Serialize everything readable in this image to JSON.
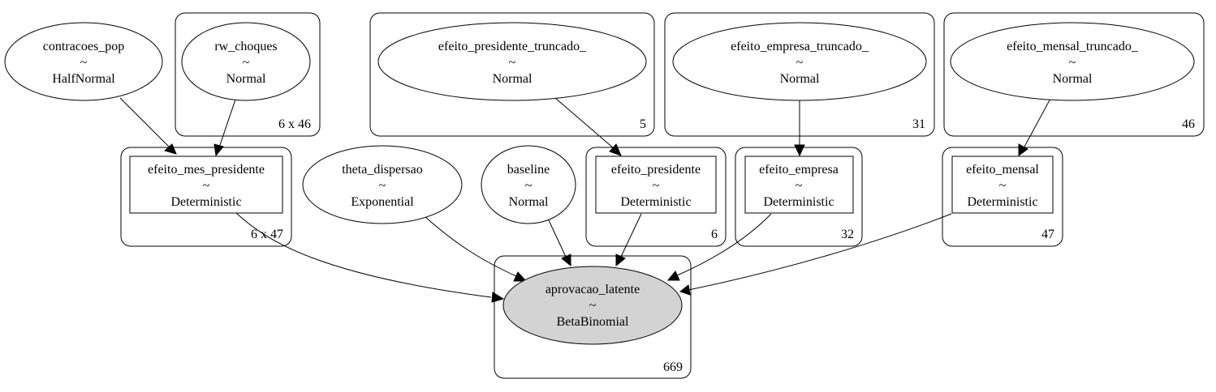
{
  "plates": [
    {
      "id": "p_rw",
      "label": "6 x 46"
    },
    {
      "id": "p_pres_tr",
      "label": "5"
    },
    {
      "id": "p_emp_tr",
      "label": "31"
    },
    {
      "id": "p_mens_tr",
      "label": "46"
    },
    {
      "id": "p_mes_pres",
      "label": "6 x 47"
    },
    {
      "id": "p_pres",
      "label": "6"
    },
    {
      "id": "p_emp",
      "label": "32"
    },
    {
      "id": "p_mens",
      "label": "47"
    },
    {
      "id": "p_obs",
      "label": "669"
    }
  ],
  "nodes": {
    "contracoes_pop": {
      "name": "contracoes_pop",
      "tilde": "~",
      "dist": "HalfNormal"
    },
    "rw_choques": {
      "name": "rw_choques",
      "tilde": "~",
      "dist": "Normal"
    },
    "efeito_presidente_truncado_": {
      "name": "efeito_presidente_truncado_",
      "tilde": "~",
      "dist": "Normal"
    },
    "efeito_empresa_truncado_": {
      "name": "efeito_empresa_truncado_",
      "tilde": "~",
      "dist": "Normal"
    },
    "efeito_mensal_truncado_": {
      "name": "efeito_mensal_truncado_",
      "tilde": "~",
      "dist": "Normal"
    },
    "efeito_mes_presidente": {
      "name": "efeito_mes_presidente",
      "tilde": "~",
      "dist": "Deterministic"
    },
    "theta_dispersao": {
      "name": "theta_dispersao",
      "tilde": "~",
      "dist": "Exponential"
    },
    "baseline": {
      "name": "baseline",
      "tilde": "~",
      "dist": "Normal"
    },
    "efeito_presidente": {
      "name": "efeito_presidente",
      "tilde": "~",
      "dist": "Deterministic"
    },
    "efeito_empresa": {
      "name": "efeito_empresa",
      "tilde": "~",
      "dist": "Deterministic"
    },
    "efeito_mensal": {
      "name": "efeito_mensal",
      "tilde": "~",
      "dist": "Deterministic"
    },
    "aprovacao_latente": {
      "name": "aprovacao_latente",
      "tilde": "~",
      "dist": "BetaBinomial"
    }
  },
  "edges": [
    {
      "from": "contracoes_pop",
      "to": "efeito_mes_presidente"
    },
    {
      "from": "rw_choques",
      "to": "efeito_mes_presidente"
    },
    {
      "from": "efeito_presidente_truncado_",
      "to": "efeito_presidente"
    },
    {
      "from": "efeito_empresa_truncado_",
      "to": "efeito_empresa"
    },
    {
      "from": "efeito_mensal_truncado_",
      "to": "efeito_mensal"
    },
    {
      "from": "efeito_mes_presidente",
      "to": "aprovacao_latente"
    },
    {
      "from": "theta_dispersao",
      "to": "aprovacao_latente"
    },
    {
      "from": "baseline",
      "to": "aprovacao_latente"
    },
    {
      "from": "efeito_presidente",
      "to": "aprovacao_latente"
    },
    {
      "from": "efeito_empresa",
      "to": "aprovacao_latente"
    },
    {
      "from": "efeito_mensal",
      "to": "aprovacao_latente"
    }
  ],
  "colors": {
    "observed_fill": "#d3d3d3",
    "stroke": "#000000",
    "background": "#ffffff"
  }
}
